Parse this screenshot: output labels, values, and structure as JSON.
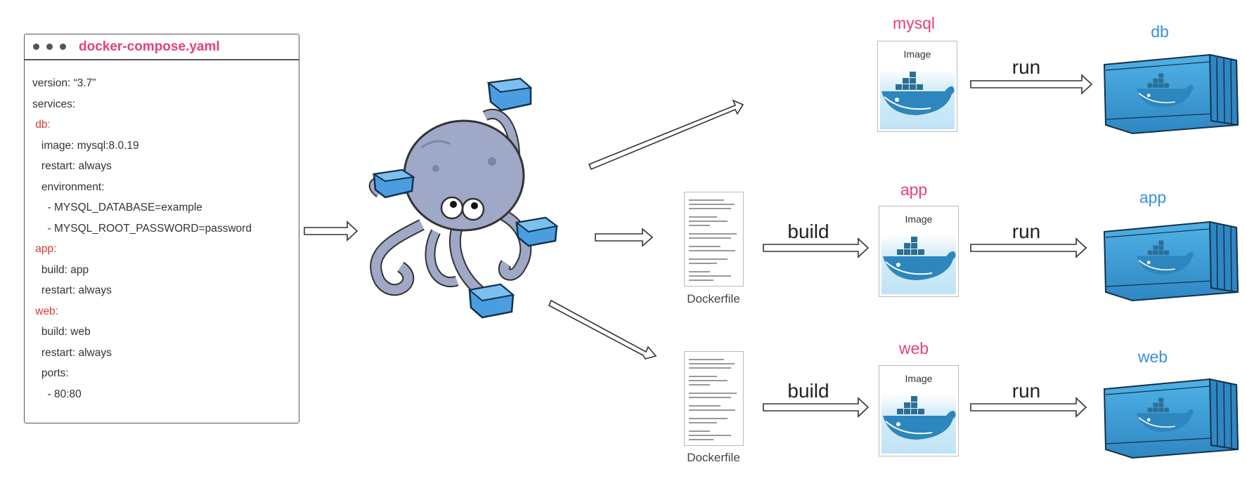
{
  "yaml_window": {
    "title": "docker-compose.yaml",
    "lines": [
      {
        "text": "version: “3.7”",
        "kind": "plain"
      },
      {
        "text": "services:",
        "kind": "plain"
      },
      {
        "text": " db:",
        "kind": "service"
      },
      {
        "text": "   image: mysql:8.0.19",
        "kind": "plain"
      },
      {
        "text": "   restart: always",
        "kind": "plain"
      },
      {
        "text": "   environment:",
        "kind": "plain"
      },
      {
        "text": "     - MYSQL_DATABASE=example",
        "kind": "plain"
      },
      {
        "text": "     - MYSQL_ROOT_PASSWORD=password",
        "kind": "plain"
      },
      {
        "text": " app:",
        "kind": "service"
      },
      {
        "text": "   build: app",
        "kind": "plain"
      },
      {
        "text": "   restart: always",
        "kind": "plain"
      },
      {
        "text": " web:",
        "kind": "service"
      },
      {
        "text": "   build: web",
        "kind": "plain"
      },
      {
        "text": "   restart: always",
        "kind": "plain"
      },
      {
        "text": "   ports:",
        "kind": "plain"
      },
      {
        "text": "     - 80:80",
        "kind": "plain"
      }
    ]
  },
  "rows": [
    {
      "image_label": "mysql",
      "image_caption": "Image",
      "run_label": "run",
      "container_label": "db",
      "has_dockerfile": false
    },
    {
      "image_label": "app",
      "image_caption": "Image",
      "run_label": "run",
      "container_label": "app",
      "has_dockerfile": true,
      "dockerfile_label": "Dockerfile",
      "build_label": "build"
    },
    {
      "image_label": "web",
      "image_caption": "Image",
      "run_label": "run",
      "container_label": "web",
      "has_dockerfile": true,
      "dockerfile_label": "Dockerfile",
      "build_label": "build"
    }
  ],
  "colors": {
    "service_key": "#d93a3a",
    "image_label": "#e63f7b",
    "container_label": "#3a8fe0",
    "container_body": "#3e9fd6",
    "octopus": "#9fa8c6",
    "box_blue": "#4a9ee0"
  },
  "icons": {
    "octopus": "docker-compose-octopus-icon",
    "image": "docker-whale-icon",
    "container": "shipping-container-icon"
  }
}
